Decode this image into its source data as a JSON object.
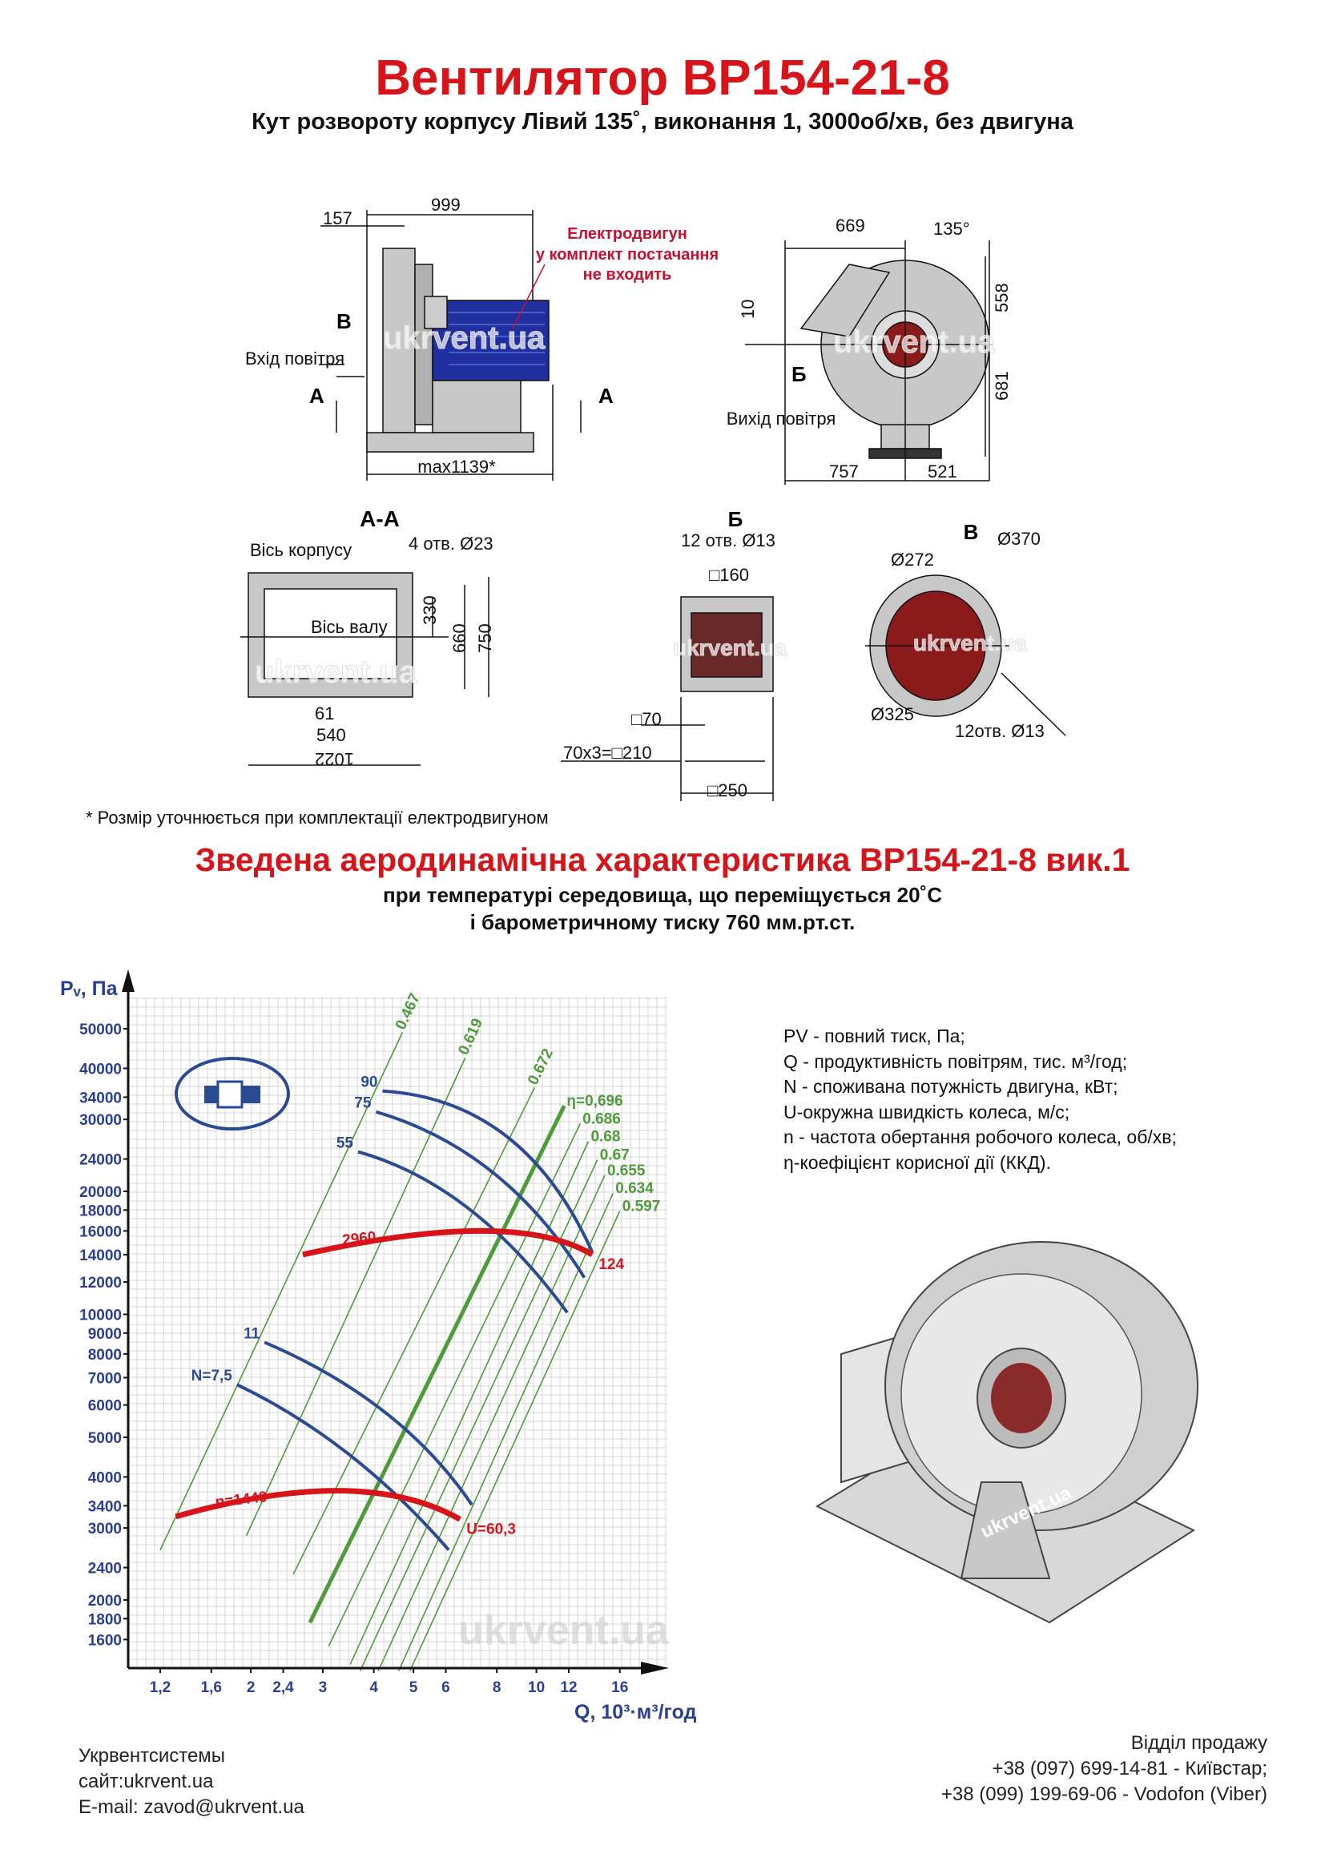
{
  "header": {
    "title": "Вентилятор ВР154-21-8",
    "subtitle": "Кут розвороту корпусу Лівий 135˚, виконання 1, 3000об/хв, без двигуна"
  },
  "drawing": {
    "side": {
      "dim_157": "157",
      "dim_999": "999",
      "motor_note": [
        "Електродвигун",
        "у комплект постачання",
        "не входить"
      ],
      "label_v": "В",
      "air_in": "Вхід повітря",
      "label_a_left": "А",
      "label_a_right": "А",
      "dim_max": "max1139*"
    },
    "front": {
      "dim_669": "669",
      "angle": "135°",
      "dim_10": "10",
      "dim_558": "558",
      "dim_681": "681",
      "label_b": "Б",
      "air_out": "Вихід повітря",
      "dim_757": "757",
      "dim_521": "521"
    },
    "section_aa": {
      "title": "А-А",
      "axis_body": "Вісь корпусу",
      "holes": "4 отв. Ø23",
      "dim_330": "330",
      "dim_660": "660",
      "dim_750": "750",
      "axis_shaft": "Вісь валу",
      "dim_61": "61",
      "dim_540": "540",
      "dim_1022": "1022"
    },
    "section_b": {
      "title": "Б",
      "holes": "12 отв. Ø13",
      "dim_160": "□160",
      "dim_70": "□70",
      "dim_210": "70x3=□210",
      "dim_250": "□250"
    },
    "section_v": {
      "title": "В",
      "d370": "Ø370",
      "d272": "Ø272",
      "d325": "Ø325",
      "holes": "12отв. Ø13"
    },
    "watermark": "ukrvent.ua",
    "footnote": "* Розмір уточнюється при комплектації електродвигуном"
  },
  "section2": {
    "title": "Зведена аеродинамічна характеристика ВР154-21-8 вик.1",
    "line1": "при температурі середовища, що переміщується 20˚С",
    "line2": "і барометричному тиску 760 мм.рт.ст."
  },
  "legend": [
    "PV - повний тиск, Па;",
    "Q - продуктивність повітрям, тис. м³/год;",
    "N - споживана потужність двигуна, кВт;",
    "U-окружна швидкість колеса, м/с;",
    "n - частота обертання робочого колеса, об/хв;",
    "η-коефіцієнт корисної дії (ККД)."
  ],
  "colors": {
    "red": "#d7141a",
    "blue": "#2b4a94",
    "green": "#4f9a3a",
    "axis": "#2a3f8f"
  },
  "chart_data": {
    "type": "line",
    "xscale": "log",
    "yscale": "log",
    "xlabel": "Q, 10³·м³/год",
    "ylabel": "Pᵥ, Па",
    "xlim": [
      1.1,
      18
    ],
    "ylim": [
      1300,
      55000
    ],
    "xticks": [
      {
        "v": 1.2,
        "l": "1,2"
      },
      {
        "v": 1.6,
        "l": "1,6"
      },
      {
        "v": 2,
        "l": "2"
      },
      {
        "v": 2.4,
        "l": "2,4"
      },
      {
        "v": 3,
        "l": "3"
      },
      {
        "v": 4,
        "l": "4"
      },
      {
        "v": 5,
        "l": "5"
      },
      {
        "v": 6,
        "l": "6"
      },
      {
        "v": 8,
        "l": "8"
      },
      {
        "v": 10,
        "l": "10"
      },
      {
        "v": 12,
        "l": "12"
      },
      {
        "v": 16,
        "l": "16"
      }
    ],
    "yticks": [
      50000,
      40000,
      34000,
      30000,
      24000,
      20000,
      18000,
      16000,
      14000,
      12000,
      10000,
      9000,
      8000,
      7000,
      6000,
      5000,
      4000,
      3400,
      3000,
      2400,
      2000,
      1800,
      1600
    ],
    "speed_curves": [
      {
        "name": "n=2960",
        "start_label": "2960",
        "end_label": "124",
        "points": [
          [
            2.68,
            14000
          ],
          [
            7.3,
            16000
          ],
          [
            13.7,
            14000
          ]
        ]
      },
      {
        "name": "n=1440",
        "start_label": "n=1440",
        "end_label": "U=60,3",
        "points": [
          [
            1.31,
            3200
          ],
          [
            3.3,
            3700
          ],
          [
            6.5,
            3150
          ]
        ]
      }
    ],
    "power_curves": [
      {
        "label": "90",
        "points": [
          [
            4.2,
            35200
          ],
          [
            8.4,
            27400
          ],
          [
            13.7,
            14200
          ]
        ]
      },
      {
        "label": "75",
        "points": [
          [
            4.05,
            31300
          ],
          [
            7.8,
            22300
          ],
          [
            13.1,
            12300
          ]
        ]
      },
      {
        "label": "55",
        "points": [
          [
            3.66,
            25000
          ],
          [
            6.8,
            18200
          ],
          [
            11.9,
            10100
          ]
        ]
      },
      {
        "label": "11",
        "points": [
          [
            2.16,
            8540
          ],
          [
            4.25,
            5770
          ],
          [
            6.95,
            3420
          ]
        ]
      },
      {
        "label": "N=7,5",
        "points": [
          [
            1.85,
            6730
          ],
          [
            3.47,
            4550
          ],
          [
            6.1,
            2650
          ]
        ]
      }
    ],
    "efficiency_lines": [
      {
        "label": "0.467",
        "from": [
          1.2,
          2650
        ],
        "to": [
          4.7,
          49000
        ]
      },
      {
        "label": "0.619",
        "from": [
          1.95,
          2870
        ],
        "to": [
          6.7,
          42500
        ]
      },
      {
        "label": "0.672",
        "from": [
          2.54,
          2310
        ],
        "to": [
          9.9,
          35900
        ]
      },
      {
        "label": "η=0,696",
        "from": [
          2.79,
          1760
        ],
        "to": [
          11.7,
          32400
        ],
        "bold": true
      },
      {
        "label": "0.686",
        "from": [
          3.1,
          1540
        ],
        "to": [
          12.8,
          29300
        ]
      },
      {
        "label": "0.68",
        "from": [
          3.5,
          1390
        ],
        "to": [
          13.4,
          26500
        ]
      },
      {
        "label": "0.67",
        "from": [
          3.7,
          1340
        ],
        "to": [
          14.1,
          23900
        ]
      },
      {
        "label": "0.655",
        "from": [
          4.1,
          1340
        ],
        "to": [
          14.7,
          21900
        ]
      },
      {
        "label": "0.634",
        "from": [
          4.6,
          1340
        ],
        "to": [
          15.4,
          19800
        ]
      },
      {
        "label": "0.597",
        "from": [
          4.9,
          1340
        ],
        "to": [
          16,
          17900
        ]
      }
    ]
  },
  "footer": {
    "company": "Укрвентсистемы",
    "site": "сайт:ukrvent.ua",
    "email": "E-mail: zavod@ukrvent.ua",
    "sales_title": "Відділ продажу",
    "phone1": "+38 (097) 699-14-81 - Київстар;",
    "phone2": "+38 (099) 199-69-06 - Vodofon (Viber)"
  }
}
